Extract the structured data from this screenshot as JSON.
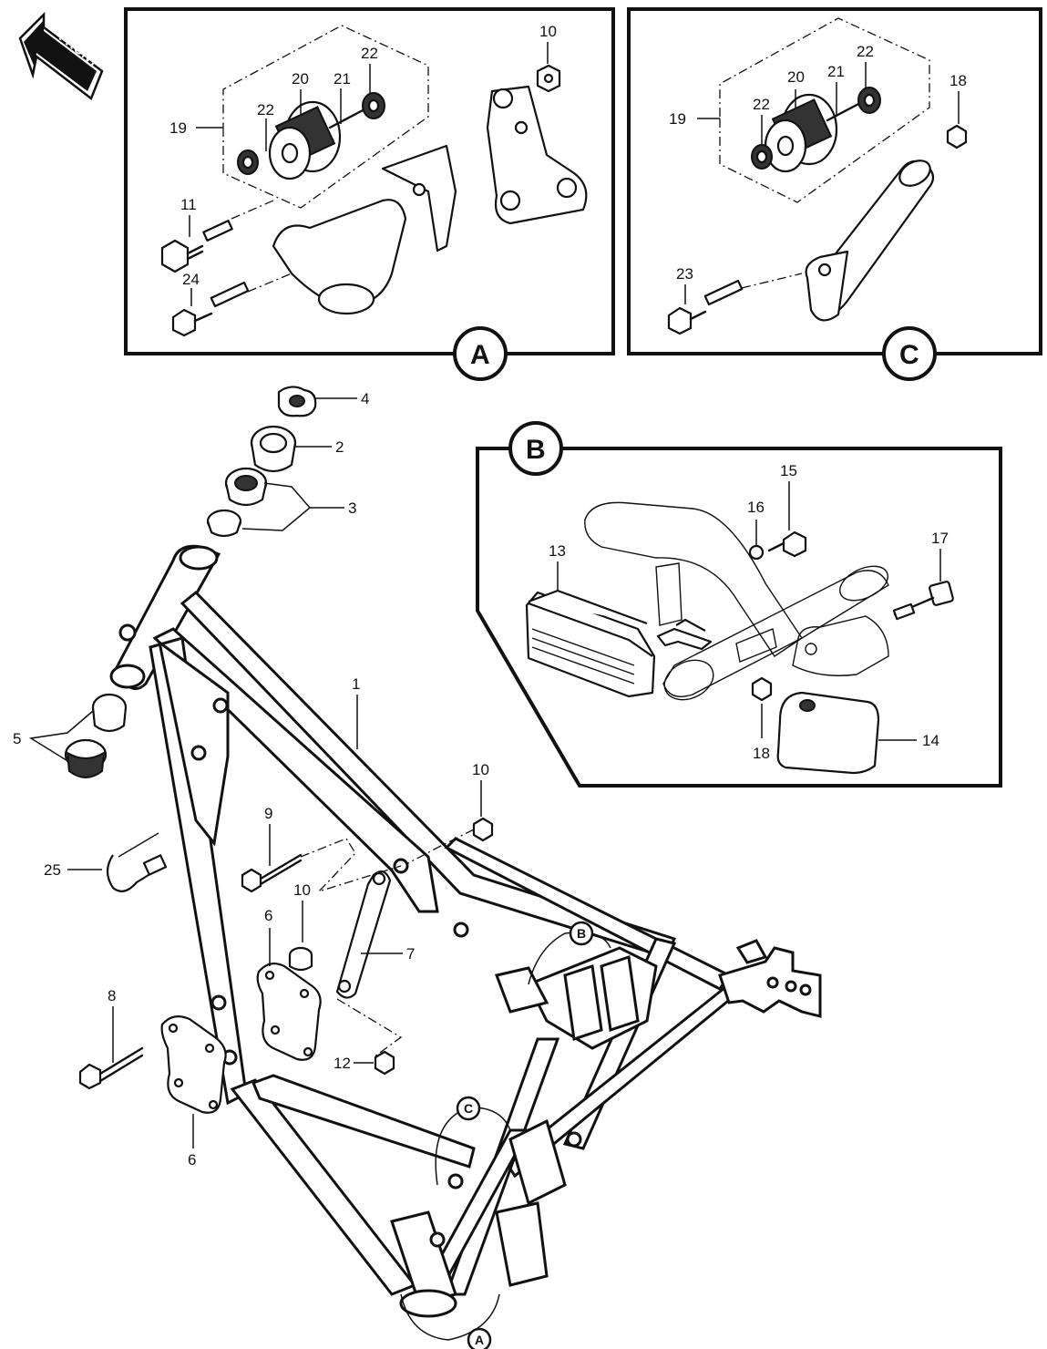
{
  "front_label": "FRONT",
  "inset_a": {
    "letter": "A",
    "callouts": {
      "c19": "19",
      "c20": "20",
      "c21": "21",
      "c22a": "22",
      "c22b": "22",
      "c10": "10",
      "c11": "11",
      "c24": "24"
    }
  },
  "inset_c": {
    "letter": "C",
    "callouts": {
      "c19": "19",
      "c20": "20",
      "c21": "21",
      "c22a": "22",
      "c22b": "22",
      "c18": "18",
      "c23": "23"
    }
  },
  "inset_b": {
    "letter": "B",
    "callouts": {
      "c13": "13",
      "c14": "14",
      "c15": "15",
      "c16": "16",
      "c17": "17",
      "c18": "18"
    }
  },
  "main": {
    "callouts": {
      "c1": "1",
      "c2": "2",
      "c3": "3",
      "c4": "4",
      "c5": "5",
      "c6a": "6",
      "c6b": "6",
      "c7": "7",
      "c8": "8",
      "c9": "9",
      "c10a": "10",
      "c10b": "10",
      "c12": "12",
      "c25": "25"
    },
    "frame_markers": {
      "a": "A",
      "b": "B",
      "c": "C"
    }
  }
}
